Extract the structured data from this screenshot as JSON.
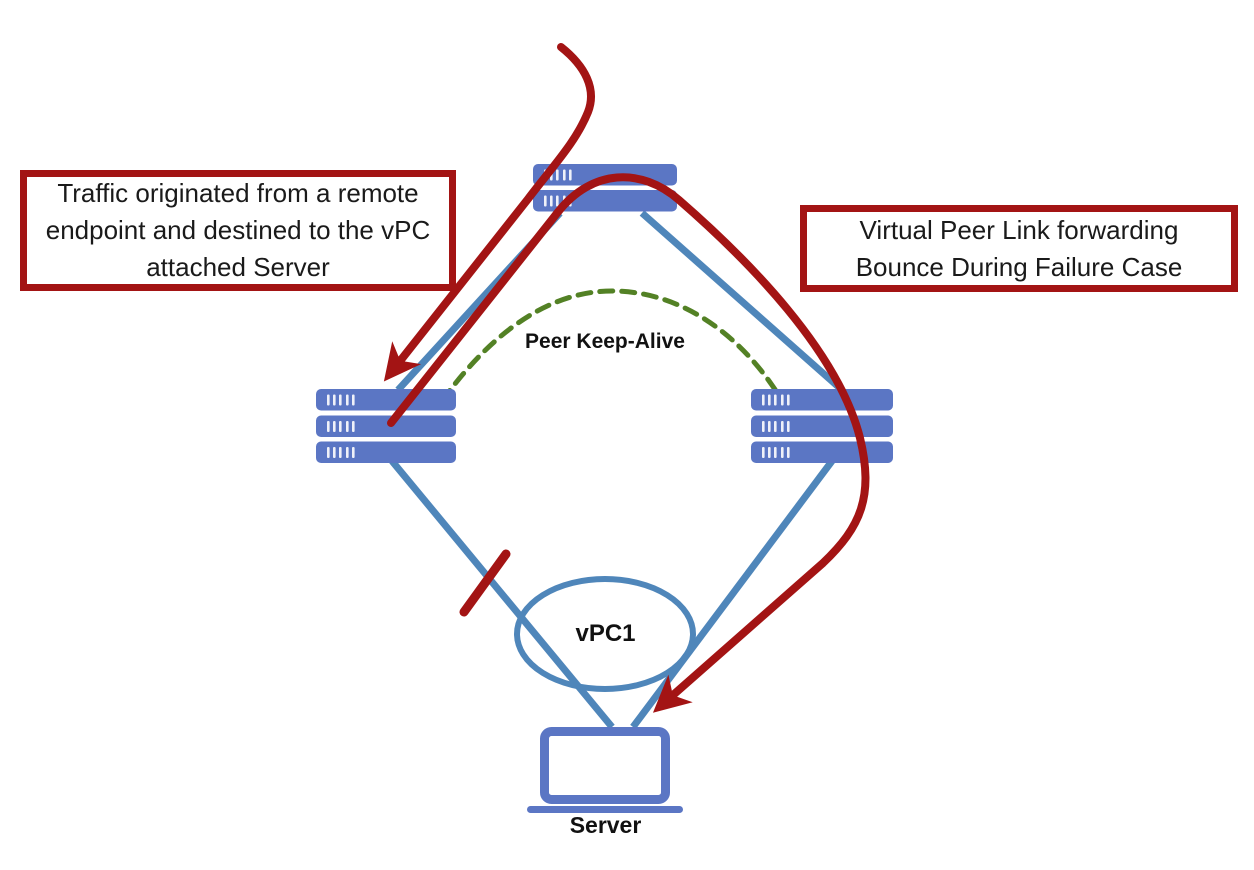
{
  "diagram": {
    "type": "network-topology",
    "callouts": {
      "left": "Traffic originated from a remote endpoint and destined to the vPC attached Server",
      "right": "Virtual Peer Link forwarding Bounce During Failure Case"
    },
    "labels": {
      "peer_keepalive": "Peer Keep-Alive",
      "vpc": "vPC1",
      "server": "Server"
    },
    "icons": {
      "spine-switch-icon": "two stacked switch bars",
      "left-vpc-peer-switch-icon": "three stacked switch bars",
      "right-vpc-peer-switch-icon": "three stacked switch bars",
      "server-icon": "laptop"
    },
    "colors": {
      "node_blue": "#5b76c4",
      "link_blue": "#4f86ba",
      "traffic_red": "#a31414",
      "keepalive_green": "#538125",
      "callout_border": "#a31414",
      "label_text": "#111111",
      "background": "#ffffff"
    }
  }
}
